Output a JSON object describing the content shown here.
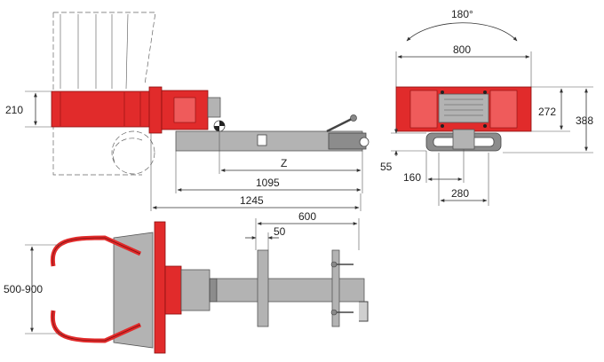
{
  "labels": {
    "rotation": "180°",
    "width_top": "800",
    "height_272": "272",
    "height_388": "388",
    "height_210": "210",
    "dim_z": "Z",
    "dim_1095": "1095",
    "dim_1245": "1245",
    "dim_55": "55",
    "dim_160": "160",
    "dim_280": "280",
    "dim_600": "600",
    "dim_50": "50",
    "dim_grip": "500-900"
  },
  "colors": {
    "red": "#e12b2b",
    "grey": "#b3b3b3",
    "dark_grey": "#8c8c8c"
  }
}
